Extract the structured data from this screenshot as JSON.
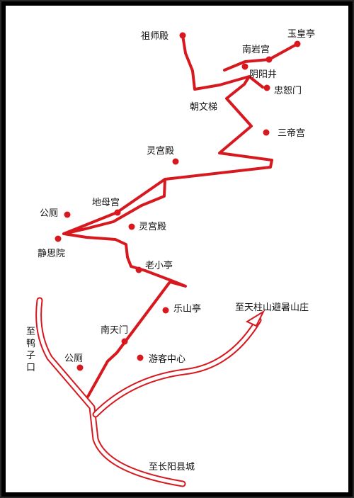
{
  "map": {
    "route_color": "#d7191f",
    "marker_color": "#d7191f",
    "places": [
      {
        "id": "zushidian",
        "label": "祖师殿"
      },
      {
        "id": "yuhuangting",
        "label": "玉皇亭"
      },
      {
        "id": "nanyangong",
        "label": "南岩宫"
      },
      {
        "id": "yinyangjing",
        "label": "阴阳井"
      },
      {
        "id": "zhongshumen",
        "label": "忠恕门"
      },
      {
        "id": "chaowenti",
        "label": "朝文梯"
      },
      {
        "id": "sandigong",
        "label": "三帝宫"
      },
      {
        "id": "linggongdian1",
        "label": "灵宫殿"
      },
      {
        "id": "dimugong",
        "label": "地母宫"
      },
      {
        "id": "gongce1",
        "label": "公厕"
      },
      {
        "id": "linggongdian2",
        "label": "灵宫殿"
      },
      {
        "id": "jingsiyuan",
        "label": "静思院"
      },
      {
        "id": "laoxiaoting",
        "label": "老小亭"
      },
      {
        "id": "leshanting",
        "label": "乐山亭"
      },
      {
        "id": "nantianmen",
        "label": "南天门"
      },
      {
        "id": "gongce2",
        "label": "公厕"
      },
      {
        "id": "youkezhongxin",
        "label": "游客中心"
      }
    ],
    "directions": {
      "to_tianzhushan": "至天柱山避暑山庄",
      "to_changyang": "至长阳县城",
      "to_yazikou": "至鸭子口"
    }
  }
}
